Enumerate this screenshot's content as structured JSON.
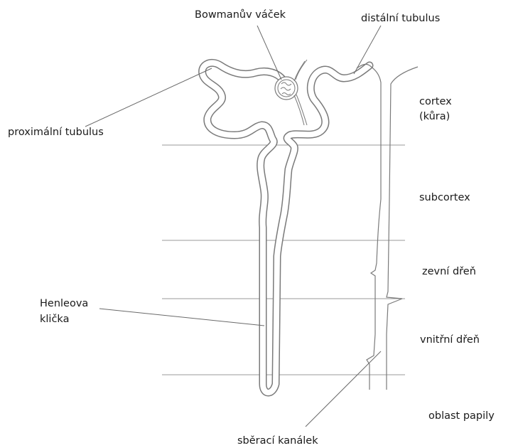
{
  "labels": {
    "bowman": "Bowmanův váček",
    "distal": "distální tubulus",
    "proximal": "proximální tubulus",
    "cortex_line1": "cortex",
    "cortex_line2": "(kůra)",
    "subcortex": "subcortex",
    "outer_medulla": "zevní dřeň",
    "henle_line1": "Henleova",
    "henle_line2": "klička",
    "inner_medulla": "vnitřní dřeň",
    "papilla": "oblast papily",
    "collecting_duct": "sběrací kanálek"
  }
}
